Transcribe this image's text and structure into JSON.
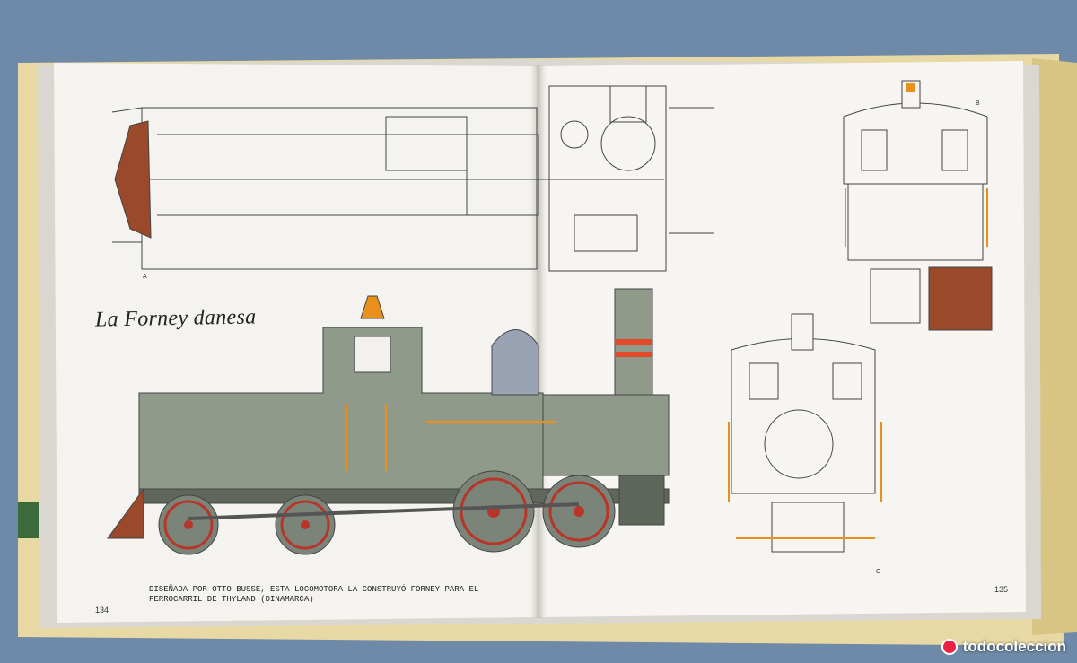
{
  "book": {
    "left_page": {
      "title": "La Forney danesa",
      "caption": "Diseñada por Otto Busse, esta locomotora la construyó Forney para el ferrocarril de Thyland (Dinamarca)",
      "page_number": "134",
      "figure_label": "A"
    },
    "right_page": {
      "page_number": "135",
      "figure_label_top": "B",
      "figure_label_bottom": "C"
    }
  },
  "watermark": {
    "text": "todocoleccion"
  },
  "colors": {
    "background": "#6e8aa8",
    "page": "#f4f3ef",
    "loco_body": "#8f9a8a",
    "loco_dark": "#5f665c",
    "steam_dome": "#9aa3b4",
    "accent_orange": "#e8901a",
    "wheel_red": "#b8352a",
    "cowcatcher": "#9a4a2a",
    "book_cover": "#e8d9a4"
  }
}
